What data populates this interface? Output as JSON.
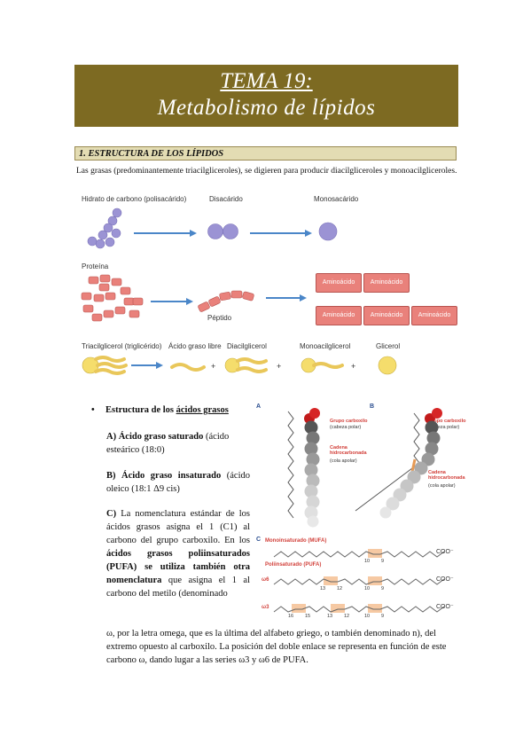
{
  "header": {
    "title_line1": "TEMA 19:",
    "title_line2": "Metabolismo de lípidos"
  },
  "section": {
    "heading": "1.   ESTRUCTURA DE LOS LÍPIDOS"
  },
  "intro": "Las grasas (predominantemente triacilgliceroles), se digieren para producir diacilgliceroles y monoacilgliceroles.",
  "figure1": {
    "carb_label": "Hidrato de carbono (polisacárido)",
    "disaccharide_label": "Disacárido",
    "monosaccharide_label": "Monosacárido",
    "protein_label": "Proteína",
    "peptide_label": "Péptido",
    "amino_label": "Aminoácido",
    "tag_label": "Triacilglicerol (triglicérido)",
    "ffa_label": "Ácido graso libre",
    "dag_label": "Diacilglicerol",
    "mag_label": "Monoacilglicerol",
    "glycerol_label": "Glicerol",
    "plus": "+",
    "colors": {
      "carb": "#9b93d4",
      "arrow": "#4a86c8",
      "protein": "#e9817b",
      "fatty": "#f0d27a",
      "glycerol": "#f5dd6c"
    }
  },
  "content": {
    "bullet_prefix": "Estructura de los ",
    "bullet_link": "ácidos grasos",
    "a_bold": "A) Ácido graso saturado",
    "a_rest": " (ácido esteárico (18:0)",
    "b_bold": "B) Ácido graso insaturado",
    "b_rest": " (ácido oleico (18:1 Δ9 cis)",
    "c_label": "C)",
    "c_text1": " La nomenclatura estándar de los ácidos grasos asigna el 1 (C1) al carbono del grupo carboxilo. En los ",
    "c_bold1": "ácidos grasos poliinsaturados (PUFA) se utiliza también otra nomenclatura",
    "c_text2": " que asigna el 1 al carbono del metilo (denominado",
    "c_cont": "ω, por la letra omega, que es la última del alfabeto griego, o también denominado n), del extremo opuesto al carboxilo. La posición del doble enlace se representa en función de este carbono ω, dando lugar a las series ω3 y ω6 de PUFA."
  },
  "figure2": {
    "panel_a": "A",
    "panel_b": "B",
    "panel_c": "C",
    "head_label": "Grupo carboxilo",
    "head_sub": "(cabeza polar)",
    "chain_label": "Cadena hidrocarbonada",
    "chain_sub": "(cola apolar)",
    "mufa_label": "Monoinsaturado (MUFA)",
    "pufa_label": "Poliinsaturado (PUFA)",
    "w6": "ω6",
    "w3": "ω3",
    "coo": "COO⁻",
    "n10": "10",
    "n9": "9",
    "n13": "13",
    "n12": "12",
    "n16": "16",
    "n15": "15"
  }
}
